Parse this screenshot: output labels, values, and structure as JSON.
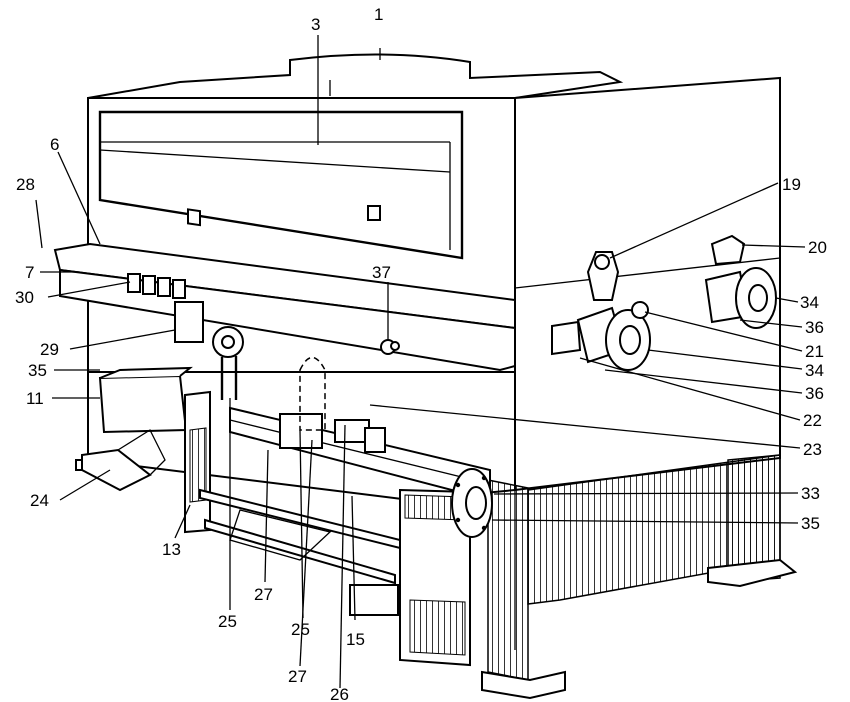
{
  "figure": {
    "labels": {
      "l1": "1",
      "l3": "3",
      "l6": "6",
      "l28": "28",
      "l7": "7",
      "l30": "30",
      "l37": "37",
      "l29": "29",
      "l35a": "35",
      "l11": "11",
      "l24": "24",
      "l13": "13",
      "l25a": "25",
      "l27a": "27",
      "l25b": "25",
      "l27b": "27",
      "l26": "26",
      "l15": "15",
      "l19": "19",
      "l20": "20",
      "l34a": "34",
      "l36a": "36",
      "l21": "21",
      "l34b": "34",
      "l36b": "36",
      "l22": "22",
      "l23": "23",
      "l33": "33",
      "l35b": "35"
    }
  }
}
